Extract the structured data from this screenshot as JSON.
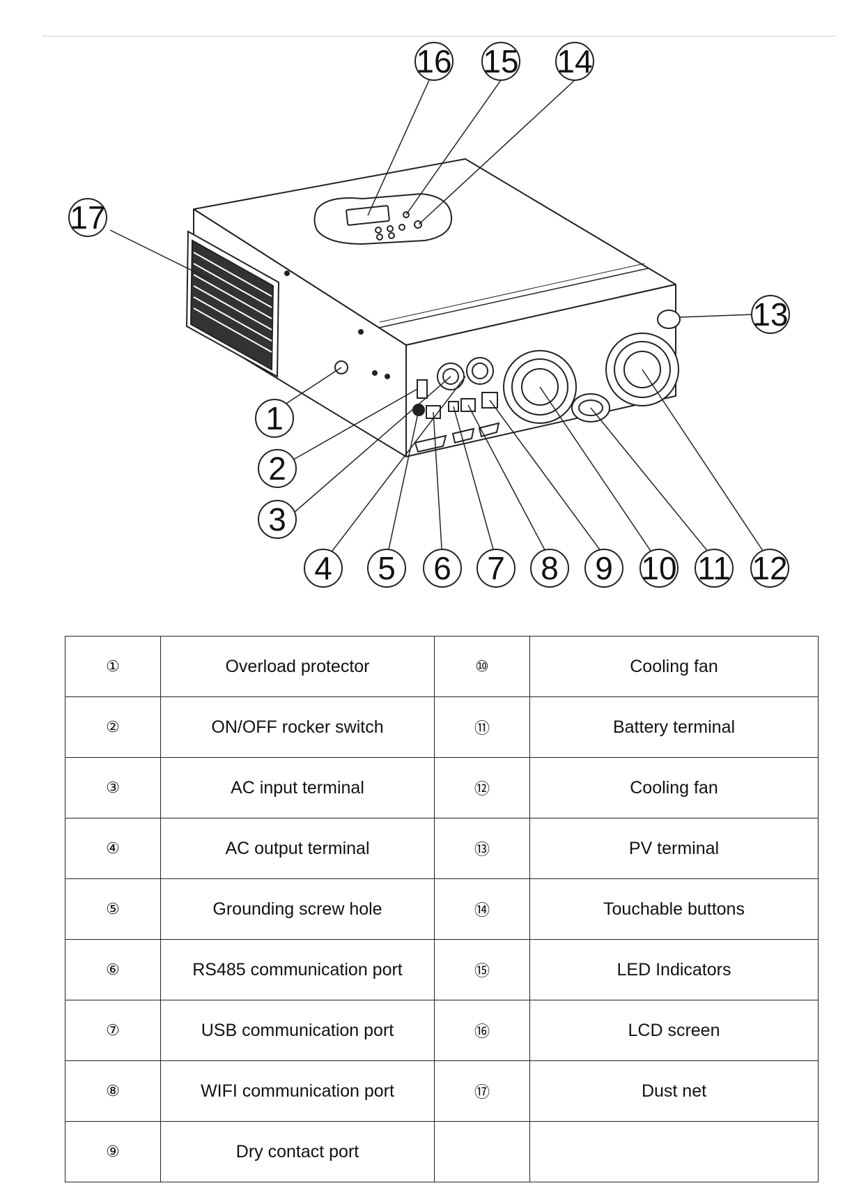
{
  "callouts": [
    "1",
    "2",
    "3",
    "4",
    "5",
    "6",
    "7",
    "8",
    "9",
    "10",
    "11",
    "12",
    "13",
    "14",
    "15",
    "16",
    "17"
  ],
  "rows": [
    {
      "n1": "①",
      "l1": "Overload protector",
      "n2": "⑩",
      "l2": "Cooling fan"
    },
    {
      "n1": "②",
      "l1": "ON/OFF rocker switch",
      "n2": "⑪",
      "l2": "Battery terminal"
    },
    {
      "n1": "③",
      "l1": "AC input terminal",
      "n2": "⑫",
      "l2": "Cooling fan"
    },
    {
      "n1": "④",
      "l1": "AC output terminal",
      "n2": "⑬",
      "l2": "PV terminal"
    },
    {
      "n1": "⑤",
      "l1": "Grounding screw hole",
      "n2": "⑭",
      "l2": "Touchable buttons"
    },
    {
      "n1": "⑥",
      "l1": "RS485 communication port",
      "n2": "⑮",
      "l2": "LED Indicators"
    },
    {
      "n1": "⑦",
      "l1": "USB communication port",
      "n2": "⑯",
      "l2": "LCD screen"
    },
    {
      "n1": "⑧",
      "l1": "WIFI communication port",
      "n2": "⑰",
      "l2": "Dust net"
    },
    {
      "n1": "⑨",
      "l1": "Dry contact port",
      "n2": "",
      "l2": ""
    }
  ]
}
